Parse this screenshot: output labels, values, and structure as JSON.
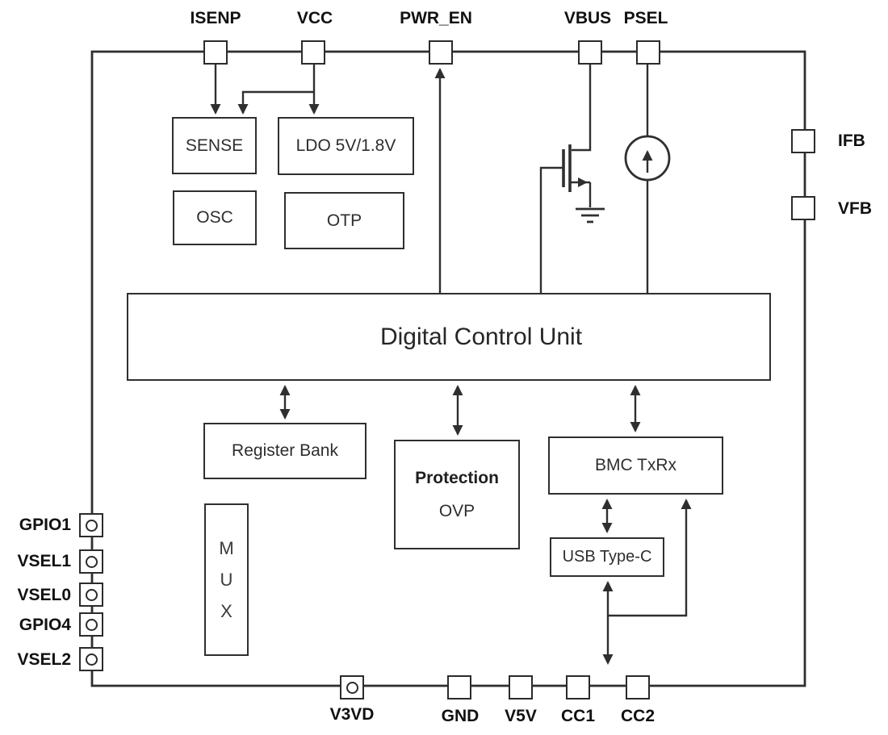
{
  "diagram": {
    "type": "ic-block-diagram"
  },
  "pins": {
    "top": [
      {
        "label": "ISENP"
      },
      {
        "label": "VCC"
      },
      {
        "label": "PWR_EN"
      },
      {
        "label": "VBUS"
      },
      {
        "label": "PSEL"
      }
    ],
    "right": [
      {
        "label": "IFB"
      },
      {
        "label": "VFB"
      }
    ],
    "left": [
      {
        "label": "GPIO1"
      },
      {
        "label": "VSEL1"
      },
      {
        "label": "VSEL0"
      },
      {
        "label": "GPIO4"
      },
      {
        "label": "VSEL2"
      }
    ],
    "bottom": [
      {
        "label": "V3VD"
      },
      {
        "label": "GND"
      },
      {
        "label": "V5V"
      },
      {
        "label": "CC1"
      },
      {
        "label": "CC2"
      }
    ]
  },
  "blocks": {
    "sense": "SENSE",
    "ldo": "LDO 5V/1.8V",
    "osc": "OSC",
    "otp": "OTP",
    "dcu": "Digital Control Unit",
    "register_bank": "Register Bank",
    "protection": {
      "title": "Protection",
      "sub": "OVP"
    },
    "bmc": "BMC TxRx",
    "usb": "USB Type-C",
    "mux": {
      "letters": [
        "M",
        "U",
        "X"
      ]
    }
  },
  "symbols": {
    "mosfet": "nmos-pass-fet-icon",
    "current_source": "current-source-icon",
    "ground": "ground-icon"
  },
  "colors": {
    "line": "#2f2f2f",
    "text": "#1a1a1a",
    "background": "#ffffff"
  }
}
